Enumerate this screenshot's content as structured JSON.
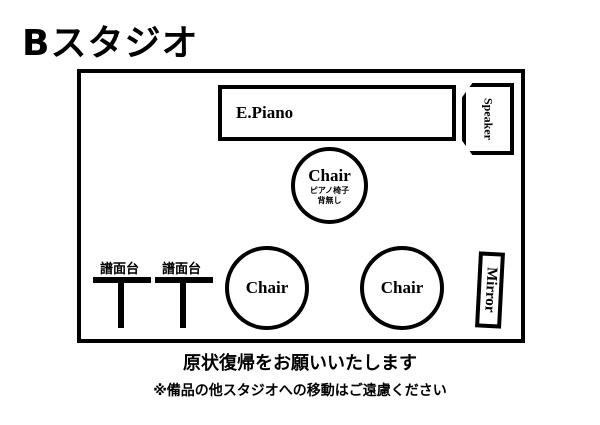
{
  "title": "Bスタジオ",
  "room": {
    "piano": "E.Piano",
    "speaker": "Speaker",
    "mirror": "Mirror",
    "chairs": [
      {
        "label": "Chair",
        "sub1": "ピアノ椅子",
        "sub2": "背無し"
      },
      {
        "label": "Chair"
      },
      {
        "label": "Chair"
      }
    ],
    "stands": [
      "譜面台",
      "譜面台"
    ]
  },
  "notes": {
    "main": "原状復帰をお願いいたします",
    "sub": "※備品の他スタジオへの移動はご遠慮ください"
  }
}
